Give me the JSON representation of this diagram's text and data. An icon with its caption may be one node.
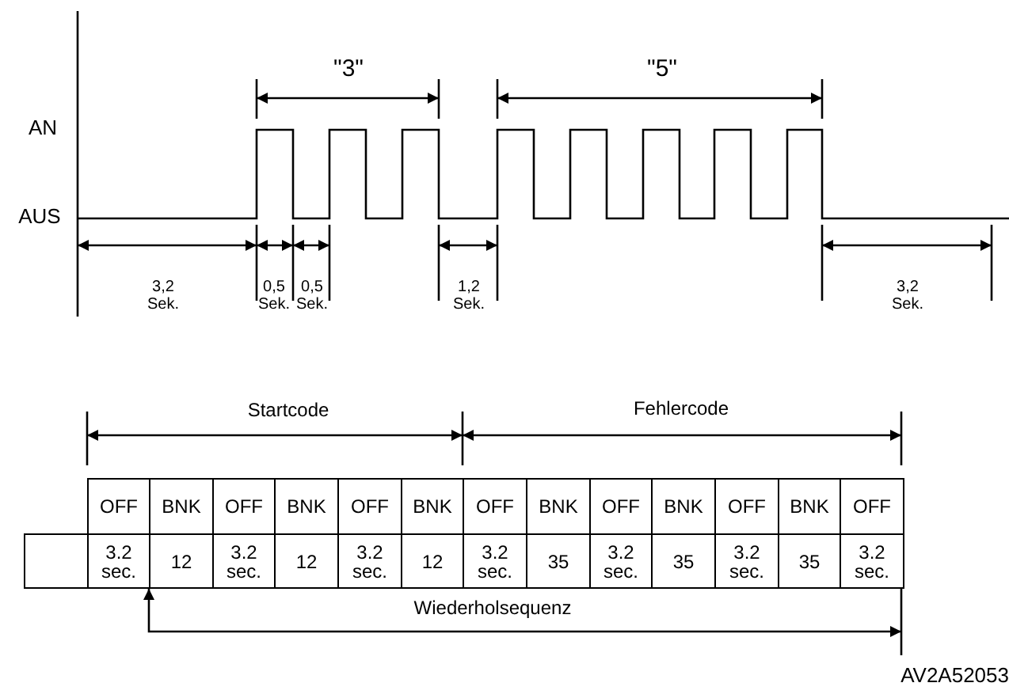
{
  "diagram": {
    "labels": [
      "AN",
      "AUS",
      "\"3\"",
      "\"5\"",
      "3,2 Sek.",
      "0,5 Sek.",
      "0,5 Sek.",
      "1,2 Sek.",
      "3,2 Sek.",
      "Startcode",
      "Fehlercode",
      "OFF",
      "BNK",
      "OFF",
      "BNK",
      "OFF",
      "BNK",
      "OFF",
      "BNK",
      "OFF",
      "BNK",
      "OFF",
      "BNK",
      "OFF",
      "3.2 sec.",
      "12",
      "3.2 sec.",
      "12",
      "3.2 sec.",
      "12",
      "3.2 sec.",
      "35",
      "3.2 sec.",
      "35",
      "3.2 sec.",
      "35",
      "3.2 sec.",
      "Wiederholsequenz",
      "AV2A52053"
    ]
  }
}
